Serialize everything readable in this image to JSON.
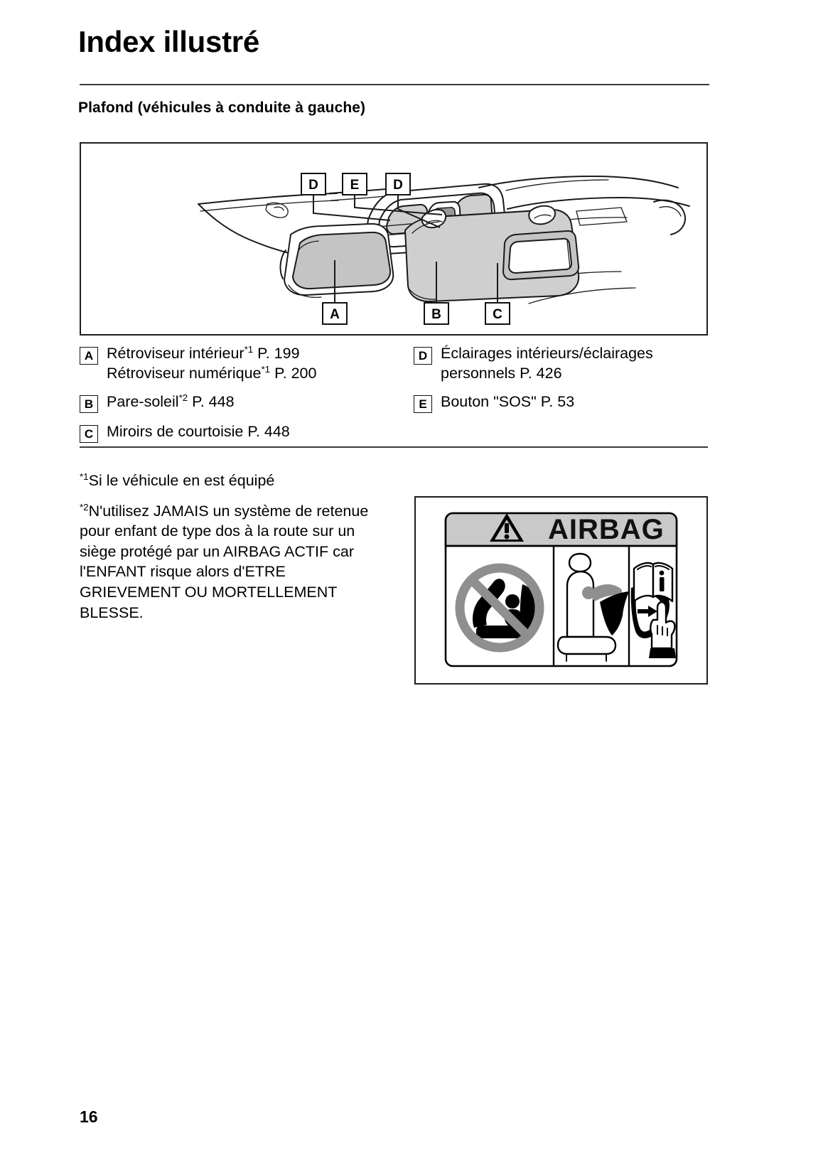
{
  "document": {
    "title": "Index illustré",
    "section_heading": "Plafond (véhicules à conduite à gauche)",
    "page_number": "16"
  },
  "figure": {
    "name": "overhead-console-illustration",
    "callouts": [
      {
        "label": "D",
        "position": "top-left"
      },
      {
        "label": "E",
        "position": "top-center"
      },
      {
        "label": "D",
        "position": "top-right"
      },
      {
        "label": "A",
        "position": "bottom-left"
      },
      {
        "label": "B",
        "position": "bottom-center"
      },
      {
        "label": "C",
        "position": "bottom-right"
      }
    ]
  },
  "legend": {
    "left": [
      {
        "ref": "A",
        "lines": [
          {
            "text": "Rétroviseur intérieur",
            "note": "*1",
            "page": " P. 199"
          },
          {
            "text": "Rétroviseur numérique",
            "note": "*1",
            "page": " P. 200"
          }
        ]
      },
      {
        "ref": "B",
        "lines": [
          {
            "text": "Pare-soleil",
            "note": "*2",
            "page": " P. 448"
          }
        ]
      },
      {
        "ref": "C",
        "lines": [
          {
            "text": "Miroirs de courtoisie P. 448",
            "note": "",
            "page": ""
          }
        ]
      }
    ],
    "right": [
      {
        "ref": "D",
        "lines": [
          {
            "text": "Éclairages intérieurs/éclairages personnels P. 426",
            "note": "",
            "page": ""
          }
        ]
      },
      {
        "ref": "E",
        "lines": [
          {
            "text": "Bouton \"SOS\" P. 53",
            "note": "",
            "page": ""
          }
        ]
      }
    ]
  },
  "footnotes": [
    {
      "marker": "*1",
      "text": "Si le véhicule en est équipé"
    },
    {
      "marker": "*2",
      "text": "N'utilisez JAMAIS un système de retenue pour enfant de type dos à la route sur un siège protégé par un AIRBAG ACTIF car l'ENFANT risque alors d'ETRE GRIEVEMENT OU MORTELLEMENT BLESSE."
    }
  ],
  "airbag_label": {
    "title": "AIRBAG",
    "panels": [
      {
        "name": "no-rear-facing-child-seat",
        "description": "Rear-facing child seat with airbag prohibited"
      },
      {
        "name": "airbag-deployment-hazard",
        "description": "Child struck by deploying airbag"
      },
      {
        "name": "consult-manual",
        "description": "Read the owner's manual"
      }
    ],
    "colors": {
      "header_background": "#c9c9c9",
      "prohibition_ring": "#8a8a8a",
      "ink": "#000000",
      "background": "#ffffff"
    }
  }
}
